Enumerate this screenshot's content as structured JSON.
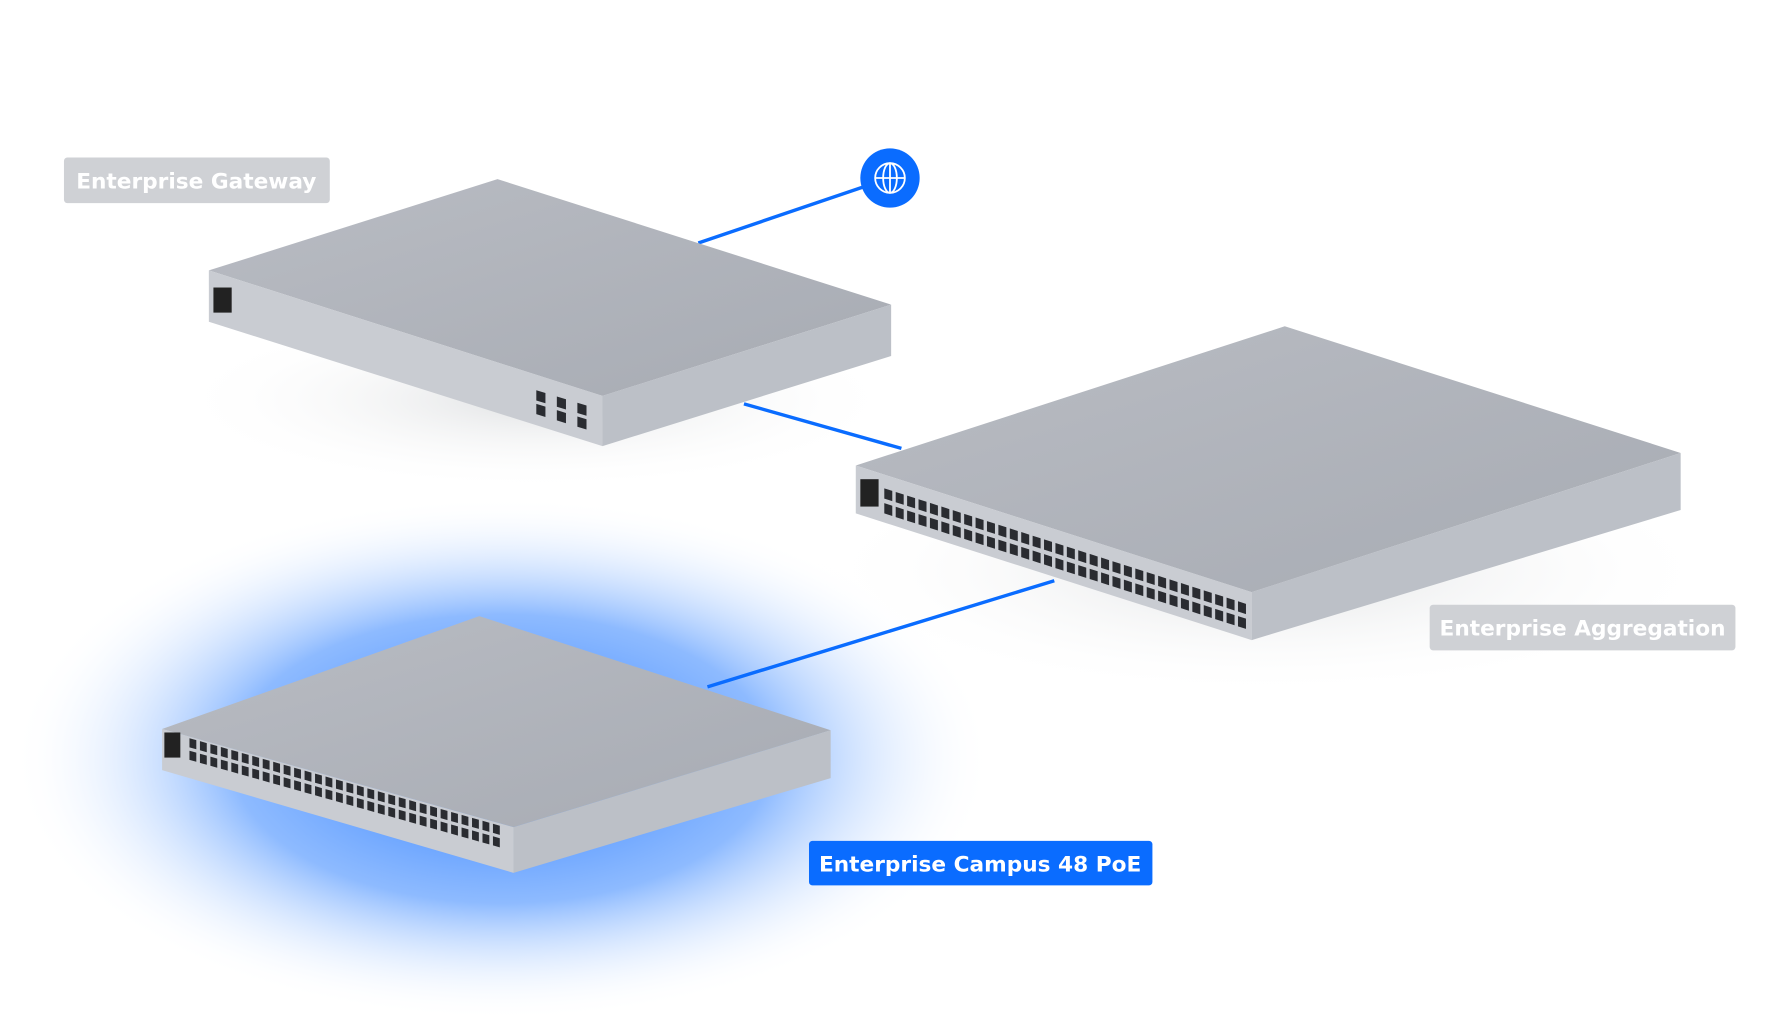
{
  "devices": {
    "gateway": {
      "label": "Enterprise Gateway"
    },
    "aggregation": {
      "label": "Enterprise Aggregation"
    },
    "campus": {
      "label": "Enterprise Campus 48 PoE",
      "selected": true
    }
  },
  "internet": {
    "icon": "globe-icon"
  },
  "colors": {
    "accent": "#0a6cff",
    "label_bg": "#cfd1d5",
    "device_top": "#b3b6bd",
    "device_front": "#c9ccd2",
    "device_side": "#bfc2c9"
  }
}
